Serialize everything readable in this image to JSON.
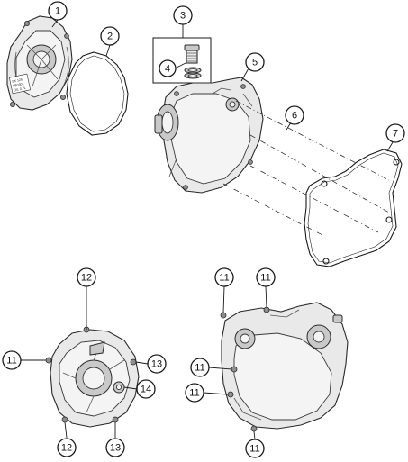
{
  "callouts": {
    "c1": "1",
    "c2": "2",
    "c3": "3",
    "c4": "4",
    "c5": "5",
    "c6": "6",
    "c7": "7",
    "c11a": "11",
    "c11b": "11",
    "c11c": "11",
    "c11d": "11",
    "c11e": "11",
    "c11f": "11",
    "c12a": "12",
    "c12b": "12",
    "c13a": "13",
    "c13b": "13",
    "c14": "14"
  },
  "colors": {
    "outline": "#1a1a1a",
    "part_fill": "#e9e9e9",
    "bolt_fill": "#8e8e8e"
  }
}
